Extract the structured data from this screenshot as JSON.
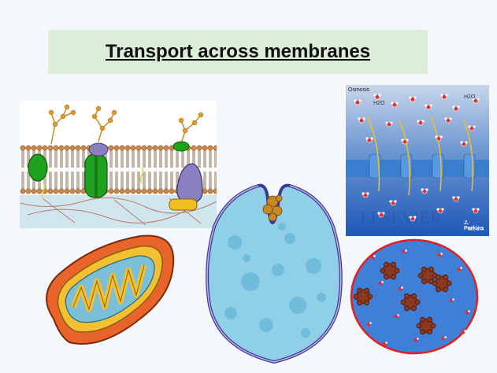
{
  "slide": {
    "title": "Transport across membranes"
  },
  "osmosis_panel": {
    "heading": "Osmosis",
    "label_left": "H2O",
    "label_right": "H2O",
    "watermark": "ELSEVIER",
    "credit_name": "J. Perkins",
    "credit_sub": "MS, MFA"
  },
  "colors": {
    "title_bg": "#ddeed8",
    "membrane_head": "#c8864a",
    "channel_green": "#1fa01f",
    "protein_purple": "#8a7fc0",
    "vesicle_blue": "#8fd0e8",
    "osmosis_bg": "#2f6fc4",
    "circle_border": "#e02020"
  }
}
